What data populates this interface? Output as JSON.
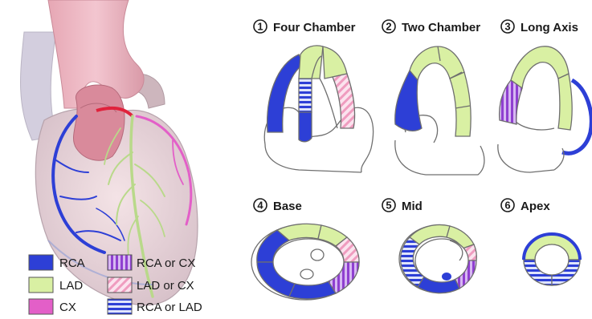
{
  "colors": {
    "rca": "#2d3fd6",
    "lad": "#d9f0a3",
    "cx": "#e35fc8",
    "outline": "#6f6f6f",
    "rca_or_cx_stripe": "#b24fd6",
    "lad_or_cx_stripe": "#f3a6c8",
    "rca_or_lad_stripe": "#2d3fd6"
  },
  "panels": [
    {
      "number": "1",
      "title": "Four Chamber"
    },
    {
      "number": "2",
      "title": "Two Chamber"
    },
    {
      "number": "3",
      "title": "Long Axis"
    },
    {
      "number": "4",
      "title": "Base"
    },
    {
      "number": "5",
      "title": "Mid"
    },
    {
      "number": "6",
      "title": "Apex"
    }
  ],
  "legend": [
    {
      "label": "RCA",
      "swatch": "rca"
    },
    {
      "label": "RCA or CX",
      "swatch": "rca-or-cx"
    },
    {
      "label": "LAD",
      "swatch": "lad"
    },
    {
      "label": "LAD or CX",
      "swatch": "lad-or-cx"
    },
    {
      "label": "CX",
      "swatch": "cx"
    },
    {
      "label": "RCA or LAD",
      "swatch": "rca-or-lad"
    }
  ]
}
